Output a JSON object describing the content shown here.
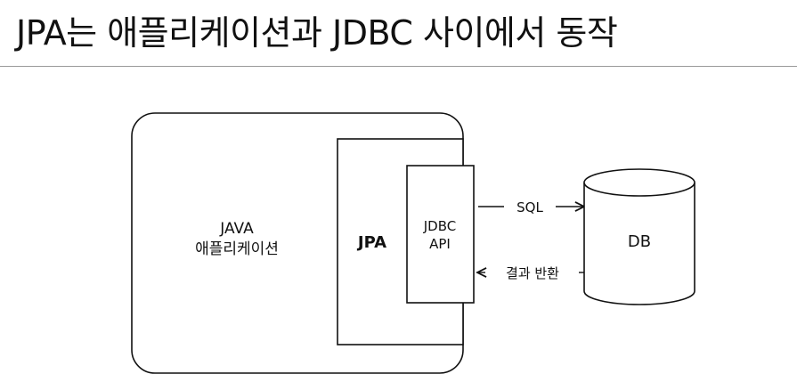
{
  "title": "JPA는 애플리케이션과 JDBC 사이에서 동작",
  "diagram": {
    "java_app": {
      "line1": "JAVA",
      "line2": "애플리케이션"
    },
    "jpa_label": "JPA",
    "jdbc_api": {
      "line1": "JDBC",
      "line2": "API"
    },
    "database_label": "DB",
    "arrows": {
      "request_label": "SQL",
      "response_label": "결과 반환"
    }
  }
}
